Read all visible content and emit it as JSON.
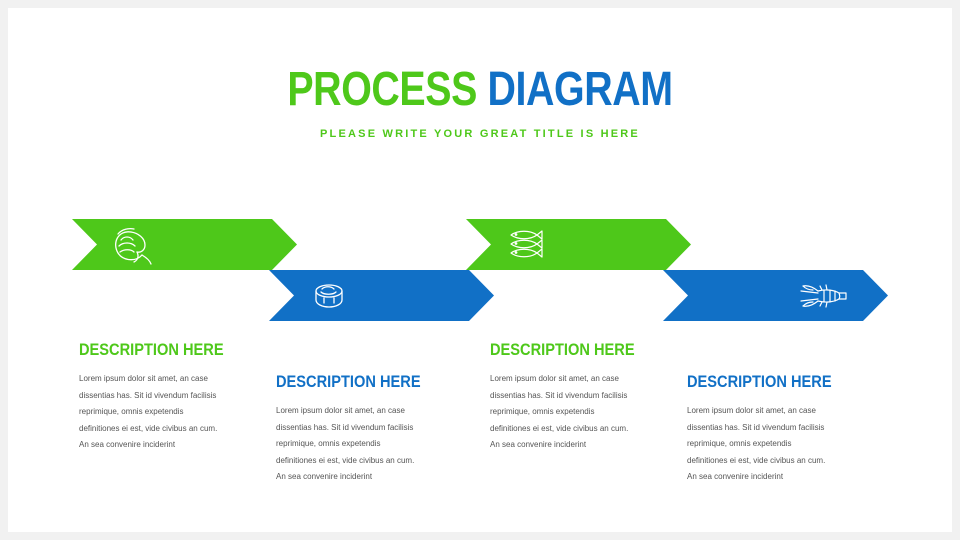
{
  "colors": {
    "green": "#4ec81a",
    "blue": "#1170c6",
    "text_gray": "#555555"
  },
  "header": {
    "title_word_1": "PROCESS",
    "title_word_2": "DIAGRAM",
    "subtitle": "PLEASE WRITE YOUR GREAT TITLE IS HERE"
  },
  "steps": [
    {
      "color": "green",
      "icon": "shrimp-icon",
      "heading": "DESCRIPTION HERE",
      "body_lines": [
        "Lorem ipsum dolor sit amet, an case",
        "dissentias has. Sit id vivendum facilisis",
        "reprimique, omnis expetendis",
        "definitiones ei est, vide civibus an cum.",
        "An sea convenire inciderint"
      ]
    },
    {
      "color": "blue",
      "icon": "fish-steak-icon",
      "heading": "DESCRIPTION HERE",
      "body_lines": [
        "Lorem ipsum dolor sit amet, an case",
        "dissentias has. Sit id vivendum facilisis",
        "reprimique, omnis expetendis",
        "definitiones ei est, vide civibus an cum.",
        "An sea convenire inciderint"
      ]
    },
    {
      "color": "green",
      "icon": "sardines-icon",
      "heading": "DESCRIPTION HERE",
      "body_lines": [
        "Lorem ipsum dolor sit amet, an case",
        "dissentias has. Sit id vivendum facilisis",
        "reprimique, omnis expetendis",
        "definitiones ei est, vide civibus an cum.",
        "An sea convenire inciderint"
      ]
    },
    {
      "color": "blue",
      "icon": "lobster-icon",
      "heading": "DESCRIPTION HERE",
      "body_lines": [
        "Lorem ipsum dolor sit amet, an case",
        "dissentias has. Sit id vivendum facilisis",
        "reprimique, omnis expetendis",
        "definitiones ei est, vide civibus an cum.",
        "An sea convenire inciderint"
      ]
    }
  ]
}
